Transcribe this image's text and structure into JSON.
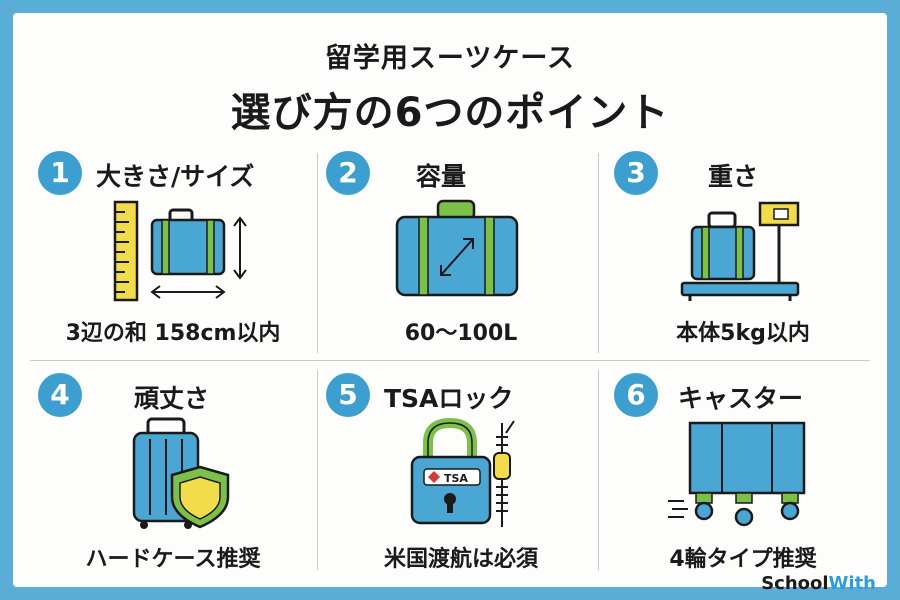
{
  "title": {
    "line1": "留学用スーツケース",
    "line2": "選び方の6つのポイント"
  },
  "points": [
    {
      "number": "1",
      "label": "大きさ/サイズ",
      "caption": "3辺の和 158cm以内",
      "icon": "suitcase-ruler-icon",
      "highlight": "#f3dc4a"
    },
    {
      "number": "2",
      "label": "容量",
      "caption": "60〜100L",
      "icon": "suitcase-capacity-icon",
      "highlight": "#8bc34a"
    },
    {
      "number": "3",
      "label": "重さ",
      "caption": "本体5kg以内",
      "icon": "suitcase-scale-icon",
      "highlight": "#f3dc4a"
    },
    {
      "number": "4",
      "label": "頑丈さ",
      "caption": "ハードケース推奨",
      "icon": "hardcase-shield-icon",
      "highlight": "#8bc34a"
    },
    {
      "number": "5",
      "label": "TSAロック",
      "caption": "米国渡航は必須",
      "icon": "tsa-lock-icon",
      "highlight": "#f3dc4a"
    },
    {
      "number": "6",
      "label": "キャスター",
      "caption": "4輪タイプ推奨",
      "icon": "caster-wheels-icon",
      "highlight": "#8bc34a"
    }
  ],
  "logo": {
    "school": "School",
    "with": "With"
  },
  "colors": {
    "blue": "#3d9fd0",
    "suitcase": "#4aa6d2",
    "green": "#7cc04a",
    "yellow": "#f3dc4a",
    "frame": "#5aaed6"
  }
}
